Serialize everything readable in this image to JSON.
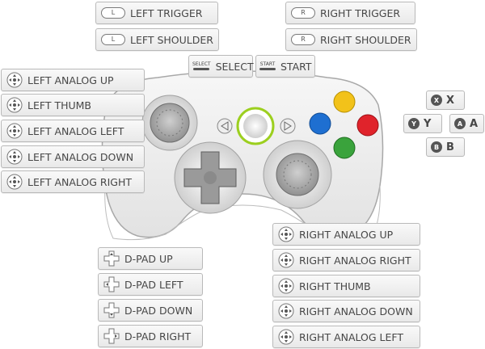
{
  "labels": {
    "left_trigger": "LEFT TRIGGER",
    "left_shoulder": "LEFT SHOULDER",
    "right_trigger": "RIGHT TRIGGER",
    "right_shoulder": "RIGHT SHOULDER",
    "select": "SELECT",
    "start": "START",
    "left_analog_up": "LEFT ANALOG UP",
    "left_thumb": "LEFT THUMB",
    "left_analog_left": "LEFT ANALOG LEFT",
    "left_analog_down": "LEFT ANALOG DOWN",
    "left_analog_right": "LEFT ANALOG RIGHT",
    "dpad_up": "D-PAD UP",
    "dpad_left": "D-PAD LEFT",
    "dpad_down": "D-PAD DOWN",
    "dpad_right": "D-PAD RIGHT",
    "right_analog_up": "RIGHT ANALOG UP",
    "right_analog_right": "RIGHT ANALOG RIGHT",
    "right_thumb": "RIGHT THUMB",
    "right_analog_down": "RIGHT ANALOG DOWN",
    "right_analog_left": "RIGHT ANALOG LEFT",
    "x": "X",
    "y": "Y",
    "a": "A",
    "b": "B"
  },
  "caps": {
    "l": "L",
    "r": "R",
    "select_small": "SELECT",
    "start_small": "START",
    "x": "X",
    "y": "Y",
    "a": "A",
    "b": "B"
  },
  "colors": {
    "yellow": "#f2c21a",
    "blue": "#1e6fd1",
    "red": "#e0232b",
    "green": "#3aa33c",
    "guide_ring": "#9ccf1f"
  }
}
